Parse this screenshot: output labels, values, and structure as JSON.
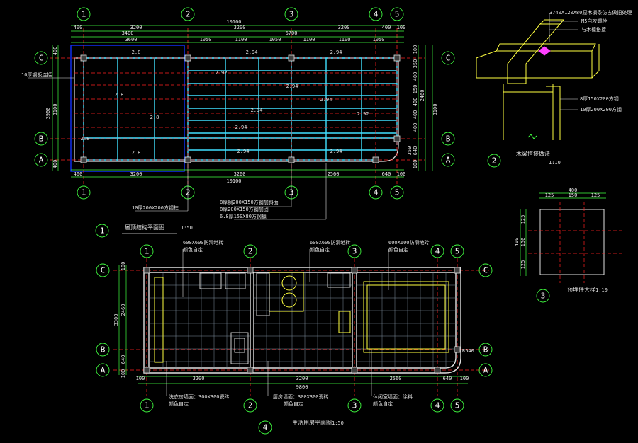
{
  "plan1": {
    "axes_top": [
      "1",
      "2",
      "3",
      "4",
      "5"
    ],
    "axes_bottom": [
      "1",
      "2",
      "3",
      "4",
      "5"
    ],
    "axes_left": [
      "C",
      "B",
      "A"
    ],
    "axes_right": [
      "C",
      "B",
      "A"
    ],
    "dims_top_total": "10100",
    "dims_top_row2": [
      "400",
      "3200",
      "3200",
      "3200",
      "400",
      "100"
    ],
    "dims_top_row3": [
      "3400",
      "6700"
    ],
    "dims_top_row4": [
      "3600",
      "1050",
      "1100",
      "1050",
      "1100",
      "1100",
      "1050"
    ],
    "dims_left_total": "3900",
    "dims_left_parts": [
      "400",
      "3100",
      "400"
    ],
    "dims_right_parts": [
      "100",
      "350",
      "400",
      "150",
      "400",
      "400",
      "400",
      "400",
      "400",
      "350",
      "100"
    ],
    "dims_right_mid": [
      "640",
      "100",
      "350"
    ],
    "dims_right_totals": [
      "2460",
      "3100"
    ],
    "dims_bottom_row1": [
      "400",
      "3200",
      "3200",
      "2560",
      "640",
      "100"
    ],
    "dims_bottom_total": "10100",
    "levels": [
      "2.8",
      "2.94",
      "2.92",
      "2.8",
      "2.8",
      "2.94",
      "2.94",
      "2.94",
      "2.94",
      "2.92",
      "2.94",
      "2.8",
      "2.8",
      "2.94",
      "2.94"
    ],
    "note_left": "10厚钢板连接",
    "note_bottom_1": "10厚200X200方钢柱",
    "note_bottom_2": "8厚钢200X150方钢加斜面",
    "note_bottom_3": "8厚200X150方钢加固",
    "note_bottom_4": "6.8厚150X80方钢檩",
    "title": "屋顶结构平面图",
    "scale": "1:50",
    "number": "1"
  },
  "detail2": {
    "note_1": "3740X120X80原木檩条仿古做旧处理",
    "note_2": "M5自攻螺栓",
    "note_3": "与木檩搭接",
    "note_4": "8厚150X200方钢",
    "note_5": "10厚200X200方钢",
    "title": "木梁搭接做法",
    "scale": "1:10",
    "number": "2"
  },
  "detail3": {
    "dims_top": [
      "125",
      "150",
      "125"
    ],
    "dims_top_total": "400",
    "dims_left": [
      "125",
      "150",
      "125"
    ],
    "dims_left_total": "400",
    "title": "预埋件大样",
    "scale": "1:10",
    "number": "3"
  },
  "plan4": {
    "axes_top": [
      "1",
      "2",
      "3",
      "4",
      "5"
    ],
    "axes_bottom": [
      "1",
      "2",
      "3",
      "4",
      "5"
    ],
    "axes_left": [
      "C",
      "B",
      "A"
    ],
    "axes_right": [
      "C",
      "B",
      "A"
    ],
    "note_top_1": "600X600防滑地砖",
    "note_top_1b": "颜色自定",
    "note_top_2": "600X600防滑地砖",
    "note_top_2b": "颜色自定",
    "note_top_3": "600X600防滑地砖",
    "note_top_3b": "颜色自定",
    "note_bottom_1": "洗衣房墙面：300X300瓷砖",
    "note_bottom_1b": "颜色自定",
    "note_bottom_2": "厨房墙面：300X300瓷砖",
    "note_bottom_2b": "颜色自定",
    "note_bottom_3": "休闲室墙面：涂料",
    "note_bottom_3b": "颜色自定",
    "dims_left": [
      "100",
      "2460",
      "640",
      "100"
    ],
    "dims_left_total": "3300",
    "dims_bottom_row1": [
      "100",
      "3200",
      "3200",
      "2560",
      "640",
      "100"
    ],
    "dims_bottom_total": "9800",
    "radius_label": "R540",
    "title": "生活用房平面图",
    "scale": "1:50",
    "number": "4"
  }
}
